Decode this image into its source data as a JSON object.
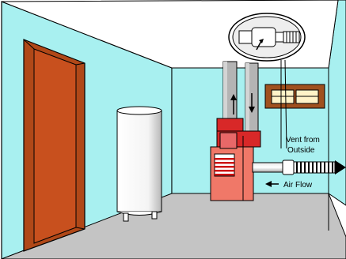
{
  "labels": {
    "vent_line1": "Vent from",
    "vent_line2": "Outside",
    "air_flow": "Air Flow"
  },
  "colors": {
    "wall": "#a8f0f0",
    "floor": "#c4c4c4",
    "door": "#c8501e",
    "door_frame": "#b04818",
    "duct": "#b4b4b4",
    "furnace_top": "#d82828",
    "furnace_body": "#f07868",
    "water_heater": "#ffffff",
    "window_frame": "#a0501e",
    "window_glass": "#fff3c8"
  },
  "icons": [
    "up-arrow-icon",
    "down-arrow-icon",
    "left-arrow-icon",
    "magnifier-callout-icon"
  ]
}
